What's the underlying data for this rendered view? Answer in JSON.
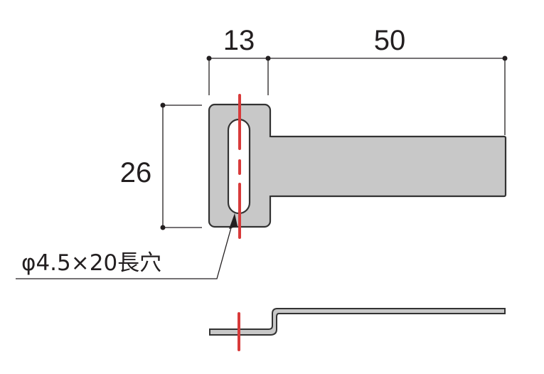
{
  "dimensions": {
    "flange_width": "13",
    "arm_length": "50",
    "height": "26",
    "slot_note": "φ4.5×20長穴"
  },
  "colors": {
    "part_fill": "#c8c8c8",
    "outline": "#333333",
    "centerline": "#d83a3a"
  }
}
